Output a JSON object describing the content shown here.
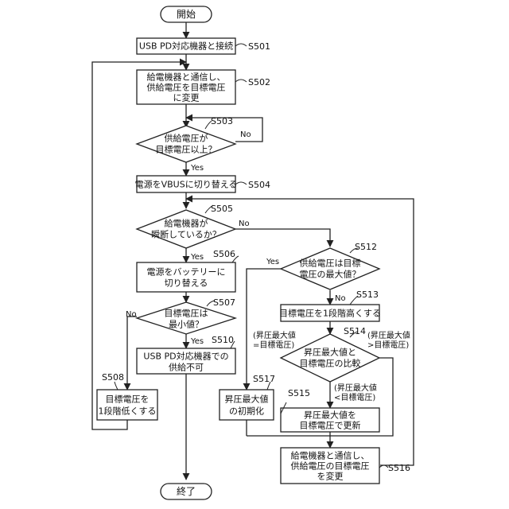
{
  "terminals": {
    "start": "開始",
    "end": "終了"
  },
  "process": {
    "s501": [
      "USB PD対応機器と接続"
    ],
    "s502": [
      "給電機器と通信し、",
      "供給電圧を目標電圧",
      "に変更"
    ],
    "s504": [
      "電源をVBUSに切り替える"
    ],
    "s506": [
      "電源をバッテリーに",
      "切り替える"
    ],
    "s508": [
      "目標電圧を",
      "1段階低くする"
    ],
    "s510": [
      "USB PD対応機器での",
      "供給不可"
    ],
    "s513": [
      "目標電圧を1段階高くする"
    ],
    "s515": [
      "昇圧最大値を",
      "目標電圧で更新"
    ],
    "s516": [
      "給電機器と通信し、",
      "供給電圧の目標電圧",
      "を変更"
    ],
    "s517": [
      "昇圧最大値",
      "の初期化"
    ]
  },
  "decisions": {
    "s503": [
      "供給電圧が",
      "目標電圧以上？"
    ],
    "s505": [
      "給電機器が",
      "瞬断しているか？"
    ],
    "s507": [
      "目標電圧は",
      "最小値？"
    ],
    "s512": [
      "供給電圧は目標",
      "電圧の最大値？"
    ],
    "s514": [
      "昇圧最大値と",
      "目標電圧の比較"
    ]
  },
  "step_labels": {
    "s501": "S501",
    "s502": "S502",
    "s503": "S503",
    "s504": "S504",
    "s505": "S505",
    "s506": "S506",
    "s507": "S507",
    "s508": "S508",
    "s510": "S510",
    "s512": "S512",
    "s513": "S513",
    "s514": "S514",
    "s515": "S515",
    "s516": "S516",
    "s517": "S517"
  },
  "branch_labels": {
    "s503_no": "No",
    "s503_yes": "Yes",
    "s505_no": "No",
    "s505_yes": "Yes",
    "s507_no": "No",
    "s507_yes": "Yes",
    "s512_yes": "Yes",
    "s512_no": "No",
    "s514_equal": [
      "(昇圧最大値",
      "=目標電圧)"
    ],
    "s514_greater": [
      "(昇圧最大値",
      ">目標電圧)"
    ],
    "s514_less": [
      "(昇圧最大値",
      "<目標電圧)"
    ]
  }
}
